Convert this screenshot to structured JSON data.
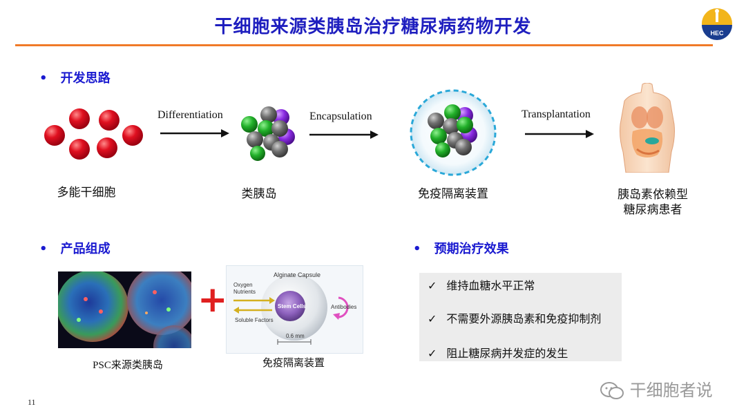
{
  "title": "干细胞来源类胰岛治疗糖尿病药物开发",
  "logo": {
    "text": "HEC",
    "colors": {
      "navy": "#1a3d8f",
      "gold": "#f2b51b"
    }
  },
  "sections": {
    "development": {
      "bullet": "•",
      "heading": "开发思路"
    },
    "composition": {
      "bullet": "•",
      "heading": "产品组成"
    },
    "effects": {
      "bullet": "•",
      "heading": "预期治疗效果"
    }
  },
  "flow": {
    "steps": [
      {
        "label": "多能干细胞"
      },
      {
        "label": "类胰岛"
      },
      {
        "label": "免疫隔离装置"
      },
      {
        "label_line1": "胰岛素依赖型",
        "label_line2": "糖尿病患者"
      }
    ],
    "arrows": [
      "Differentiation",
      "Encapsulation",
      "Transplantation"
    ]
  },
  "composition": {
    "plus": "+",
    "left_caption": "PSC来源类胰岛",
    "right_caption": "免疫隔离装置",
    "device_diagram": {
      "capsule_label": "Alginate Capsule",
      "oxygen_label_1": "Oxygen",
      "oxygen_label_2": "Nutrients",
      "soluble_label": "Soluble Factors",
      "stem_label": "Stem Cells",
      "antibodies_label": "Antibodies",
      "size_label": "0.6 mm"
    }
  },
  "effects": {
    "check": "✓",
    "items": [
      "维持血糖水平正常",
      "不需要外源胰岛素和免疫抑制剂",
      "阻止糖尿病并发症的发生"
    ]
  },
  "page_number": "11",
  "watermark": "干细胞者说",
  "colors": {
    "title": "#1f1fbf",
    "heading": "#1a1ad0",
    "rule": "#f07a28",
    "red_cell": "#e01020",
    "green_cell": "#22b02a",
    "purple_cell": "#8a2be2",
    "gray_cell": "#707070",
    "capsule_ring": "#2aa8d8"
  }
}
